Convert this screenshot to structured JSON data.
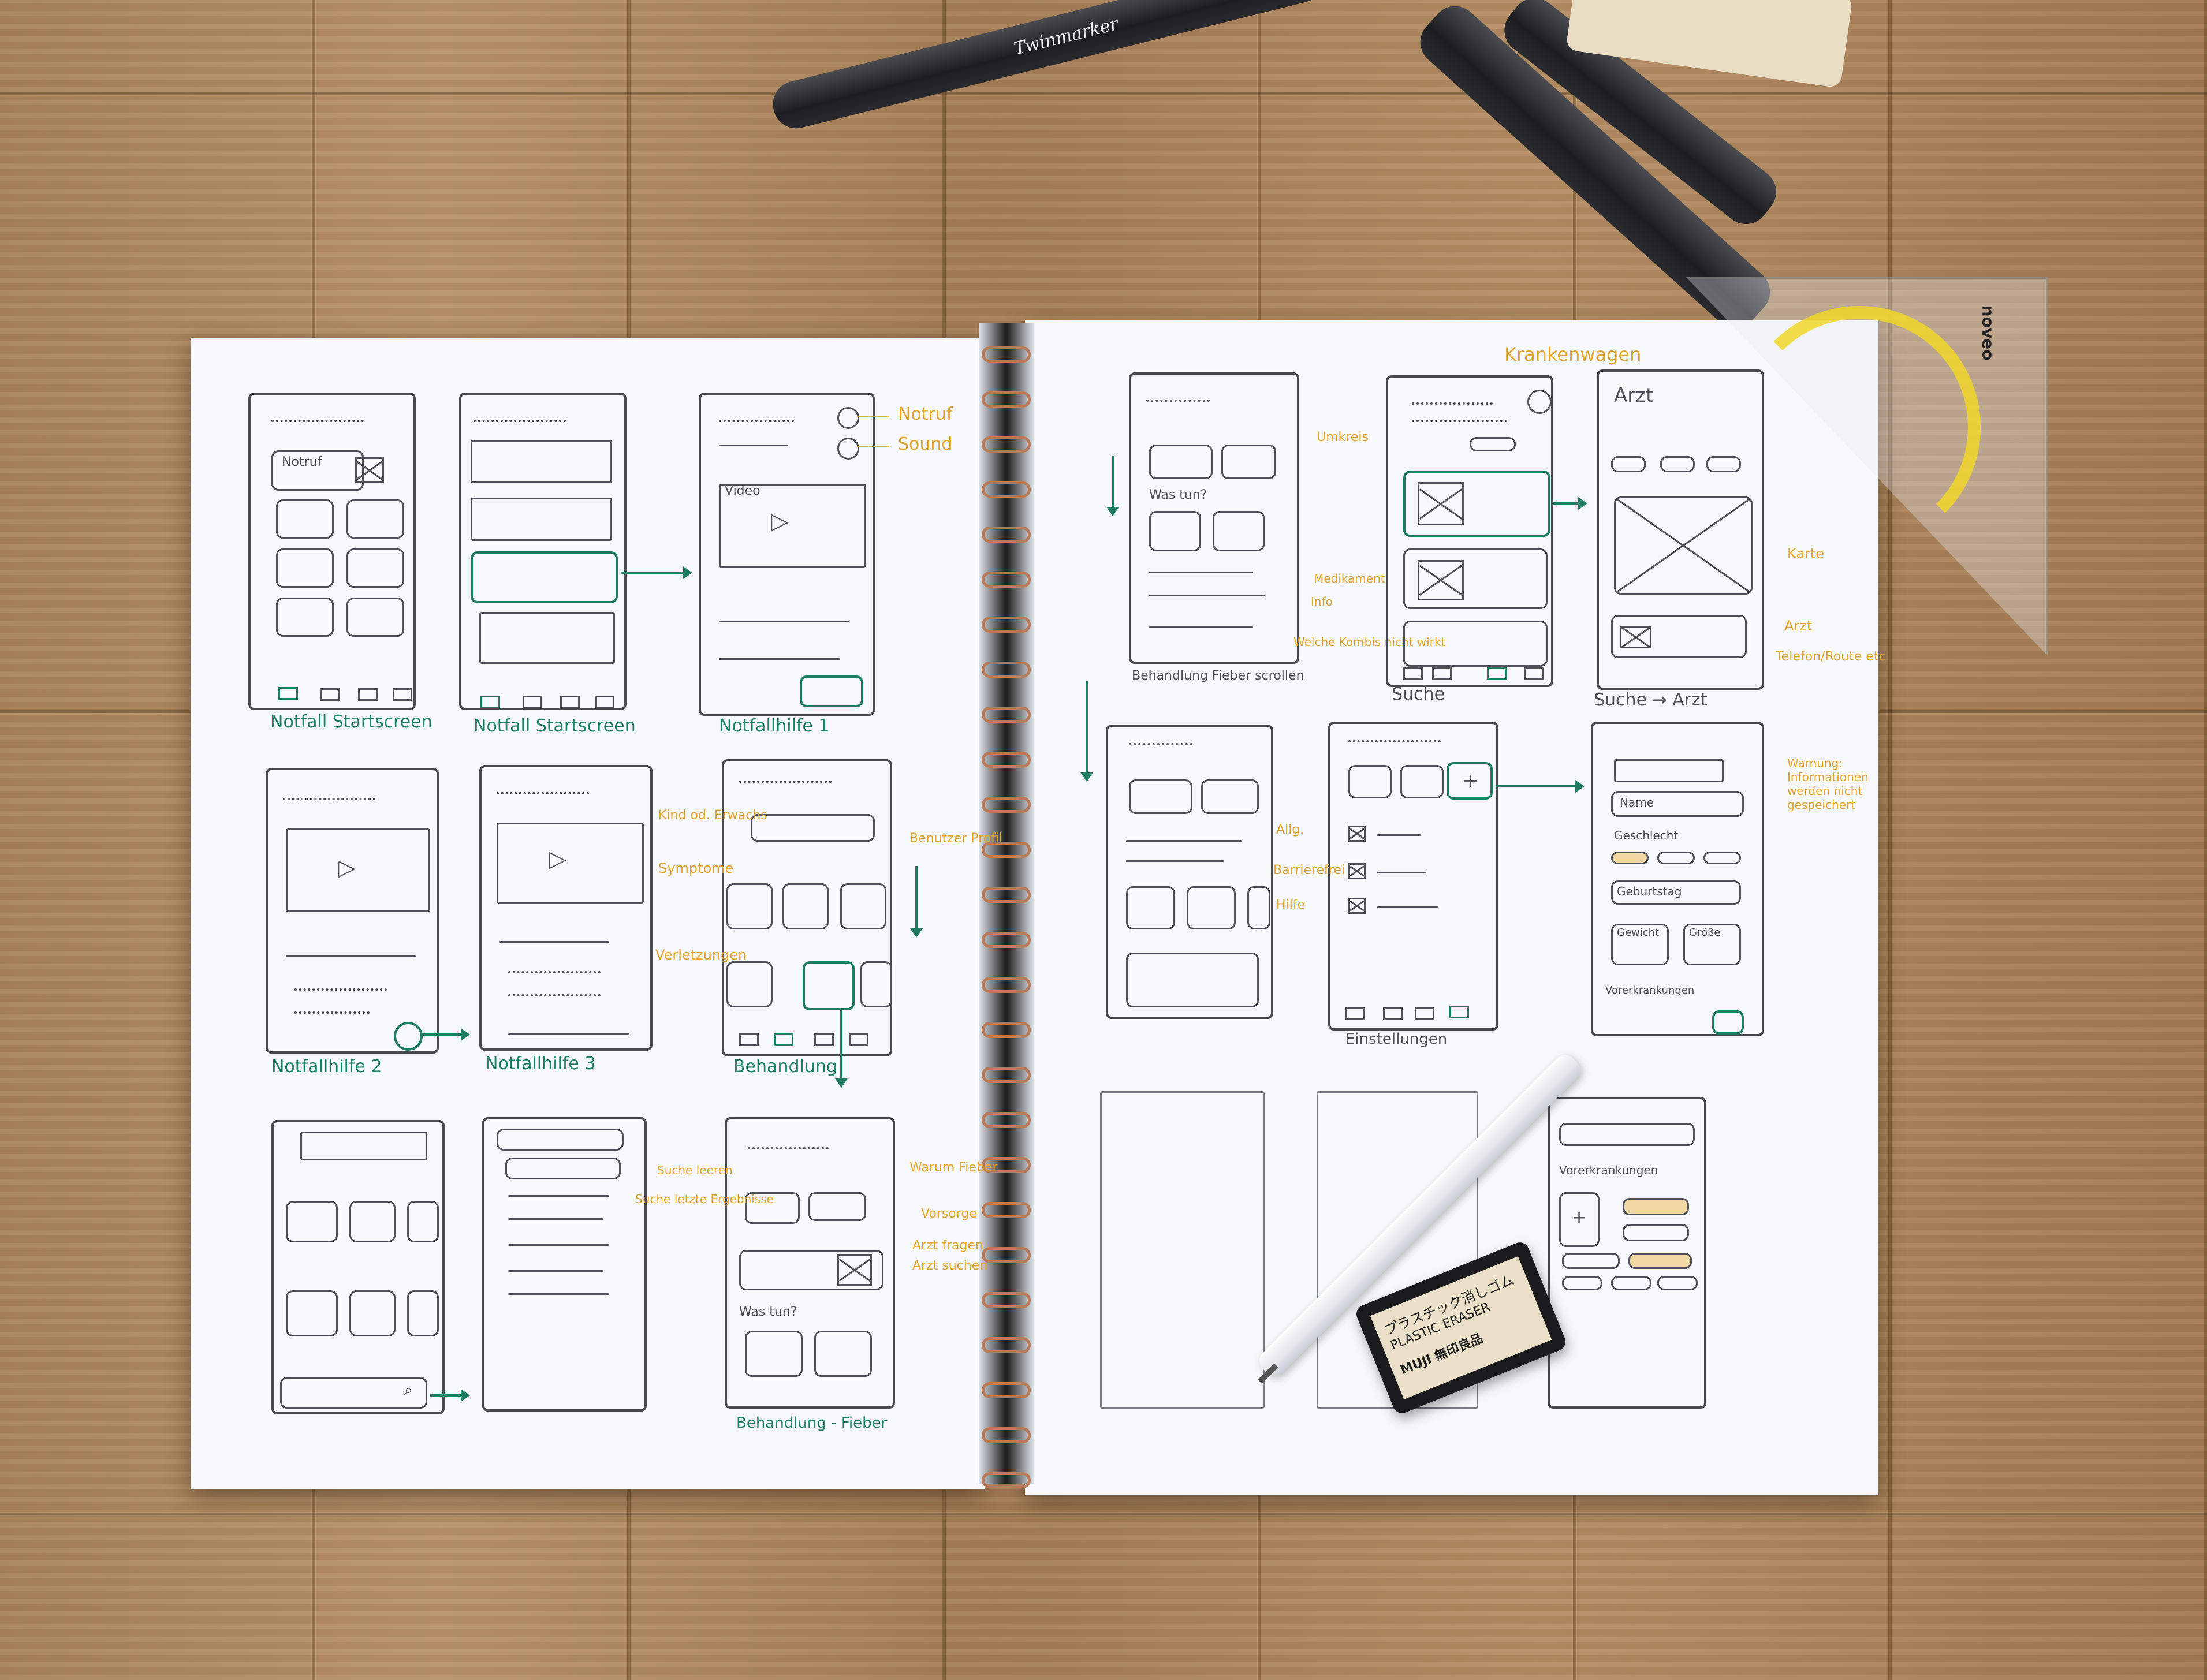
{
  "marker": {
    "brand": "Twinmarker"
  },
  "eraser": {
    "line1": "プラスチック消しゴム",
    "line2": "PLASTIC ERASER",
    "line3": "MUJI 無印良品"
  },
  "set_square": {
    "brand": "noveo"
  },
  "left_page": {
    "screens": [
      {
        "caption": "Notfall Startscreen",
        "label": "Notruf"
      },
      {
        "caption": "Notfall Startscreen"
      },
      {
        "caption": "Notfallhilfe 1",
        "label": "Video",
        "notes": [
          "Notruf",
          "Sound"
        ]
      },
      {
        "caption": "Notfallhilfe 2"
      },
      {
        "caption": "Notfallhilfe 3"
      },
      {
        "caption": "Behandlung",
        "notes": [
          "Kind od. Erwachs",
          "Symptome",
          "Verletzungen",
          "Benutzer Profil"
        ]
      },
      {
        "caption": ""
      },
      {
        "caption": ""
      },
      {
        "caption": "Behandlung - Fieber",
        "label": "Was tun?",
        "notes": [
          "Warum Fieber",
          "Vorsorge",
          "Arzt fragen",
          "Arzt suchen",
          "Suche leeren",
          "Suche letzte Ergebnisse"
        ]
      }
    ]
  },
  "right_page": {
    "screens": [
      {
        "caption": "Behandlung Fieber scrollen",
        "label": "Was tun?",
        "notes": [
          "Medikament",
          "Info",
          "Welche Kombis nicht wirkt"
        ]
      },
      {
        "caption": "Suche",
        "notes": [
          "Krankenwagen",
          "Umkreis"
        ]
      },
      {
        "caption": "Suche → Arzt",
        "label": "Arzt",
        "notes": [
          "Karte",
          "Arzt",
          "Telefon/Route etc"
        ]
      },
      {
        "caption": ""
      },
      {
        "caption": "Einstellungen",
        "notes": [
          "Allg.",
          "Barrierefrei",
          "Hilfe"
        ]
      },
      {
        "caption": "",
        "notes": [
          "Warnung: Informationen werden nicht gespeichert"
        ],
        "fields": [
          "Name",
          "Geschlecht",
          "Geburtstag",
          "Gewicht",
          "Größe",
          "Vorerkrankungen"
        ]
      },
      {
        "caption": ""
      },
      {
        "caption": ""
      },
      {
        "caption": "",
        "label": "Vorerkrankungen"
      }
    ]
  }
}
